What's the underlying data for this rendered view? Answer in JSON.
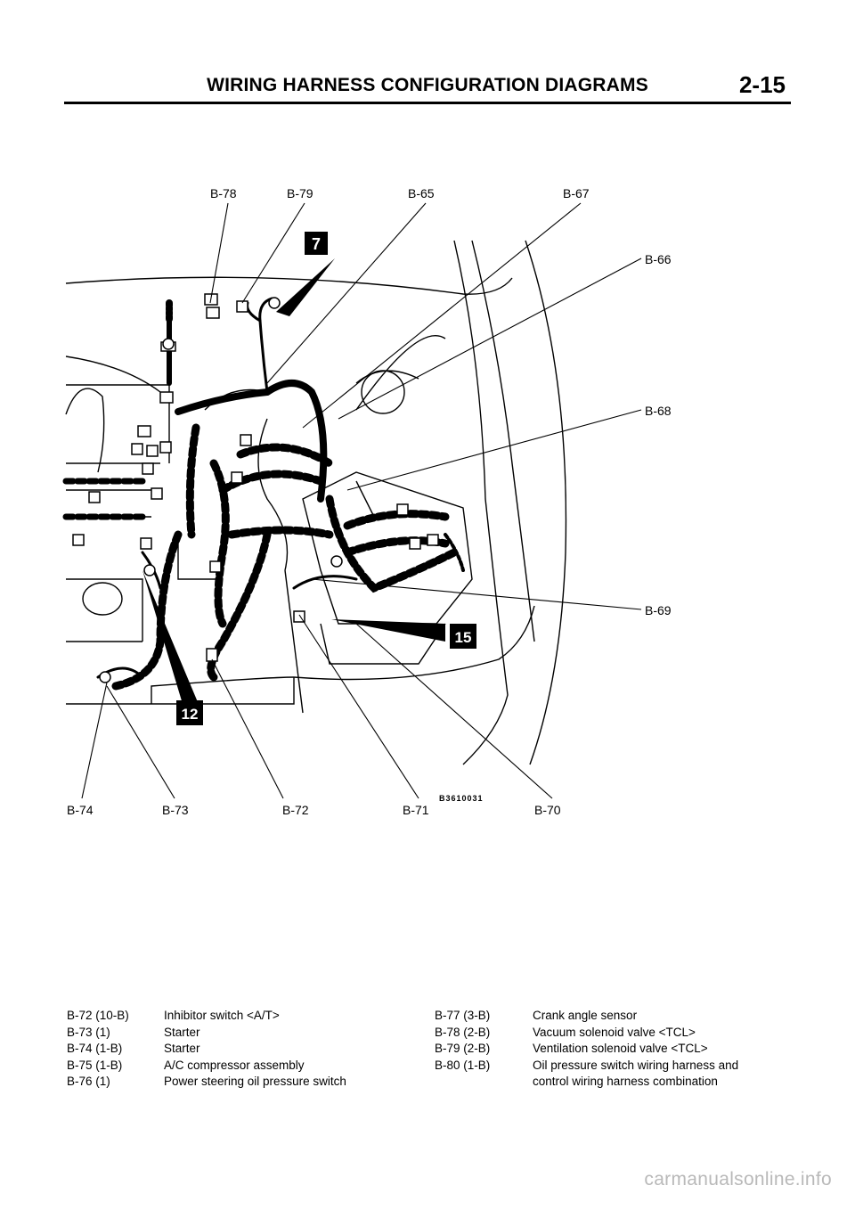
{
  "header": {
    "title": "WIRING HARNESS CONFIGURATION DIAGRAMS",
    "page_number": "2-15"
  },
  "diagram": {
    "top_callouts": [
      "B-78",
      "B-79",
      "B-65",
      "B-67"
    ],
    "right_callouts": [
      "B-66",
      "B-68",
      "B-69"
    ],
    "bottom_callouts": [
      "B-74",
      "B-73",
      "B-72",
      "B-71",
      "B-70"
    ],
    "view_markers": [
      "7",
      "15",
      "12"
    ],
    "figure_code": "B3610031"
  },
  "legend": {
    "left": [
      {
        "code": "B-72 (10-B)",
        "description": "Inhibitor switch <A/T>"
      },
      {
        "code": "B-73 (1)",
        "description": "Starter"
      },
      {
        "code": "B-74 (1-B)",
        "description": "Starter"
      },
      {
        "code": "B-75 (1-B)",
        "description": "A/C compressor assembly"
      },
      {
        "code": "B-76 (1)",
        "description": "Power steering oil pressure switch"
      }
    ],
    "right": [
      {
        "code": "B-77 (3-B)",
        "description": "Crank angle sensor"
      },
      {
        "code": "B-78 (2-B)",
        "description": "Vacuum solenoid valve <TCL>"
      },
      {
        "code": "B-79 (2-B)",
        "description": "Ventilation solenoid valve <TCL>"
      },
      {
        "code": "B-80 (1-B)",
        "description": "Oil pressure switch wiring harness and"
      },
      {
        "code": "",
        "description": "control wiring harness combination"
      }
    ]
  },
  "footer": {
    "watermark": "carmanualsonline.info"
  }
}
